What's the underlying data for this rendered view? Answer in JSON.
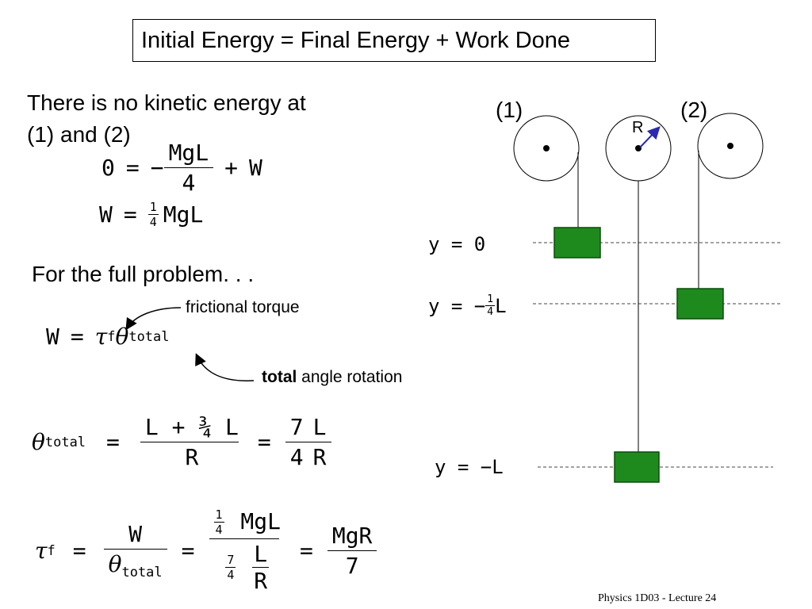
{
  "title": "Initial Energy = Final Energy + Work Done",
  "intro_line1": "There is no kinetic energy at",
  "intro_line2": "(1) and (2)",
  "eq1": {
    "lhs": "0",
    "eq": "=",
    "minus": "−",
    "num": "MgL",
    "den": "4",
    "plus": "+",
    "w": "W"
  },
  "eq2": {
    "lhs": "W",
    "eq": "=",
    "frac_num": "1",
    "frac_den": "4",
    "rhs": "MgL"
  },
  "full_problem": "For the full problem. . .",
  "eq3": {
    "lhs": "W",
    "eq": "=",
    "tau": "τ",
    "tau_sub": "f",
    "theta": "θ",
    "theta_sub": "total"
  },
  "annot_torque": "frictional torque",
  "annot_angle_bold": "total",
  "annot_angle_rest": " angle rotation",
  "eq4": {
    "theta": "θ",
    "theta_sub": "total",
    "eq": "=",
    "num": "L + ¾ L",
    "den": "R",
    "eq2": "=",
    "f_num": "7",
    "f_den": "4",
    "g_num": "L",
    "g_den": "R"
  },
  "eq5": {
    "tau": "τ",
    "tau_sub": "f",
    "eq": "=",
    "a_num": "W",
    "a_den_theta": "θ",
    "a_den_sub": "total",
    "eq2": "=",
    "b_num_frac_n": "1",
    "b_num_frac_d": "4",
    "b_num": "MgL",
    "b_den_frac_n": "7",
    "b_den_frac_d": "4",
    "b_den_num": "L",
    "b_den_den": "R",
    "eq3": "=",
    "c_num": "MgR",
    "c_den": "7"
  },
  "diagram": {
    "label1": "(1)",
    "label2": "(2)",
    "radius": "R",
    "y0": "y = 0",
    "y1_prefix": "y = −",
    "y1_frac_n": "1",
    "y1_frac_d": "4",
    "y1_suffix": "L",
    "y2": "y = −L",
    "block_color": "#1e8a1e"
  },
  "footer": "Physics 1D03 - Lecture 24"
}
